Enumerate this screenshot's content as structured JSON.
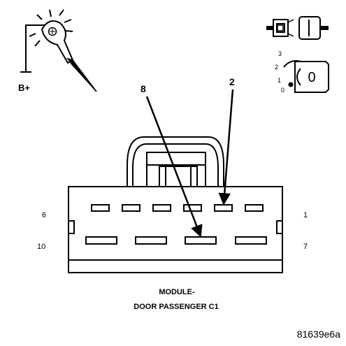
{
  "tester": {
    "supply_label": "B+"
  },
  "pin_labels": {
    "top_left": "6",
    "top_right": "1",
    "bottom_left": "10",
    "bottom_right": "7",
    "callout_left": "8",
    "callout_right": "2"
  },
  "ignition_switch": {
    "positions": [
      "3",
      "2",
      "1",
      "0"
    ],
    "key_label": "0"
  },
  "caption": {
    "line1": "MODULE-",
    "line2": "DOOR PASSENGER C1"
  },
  "figure_id": "81639e6a"
}
